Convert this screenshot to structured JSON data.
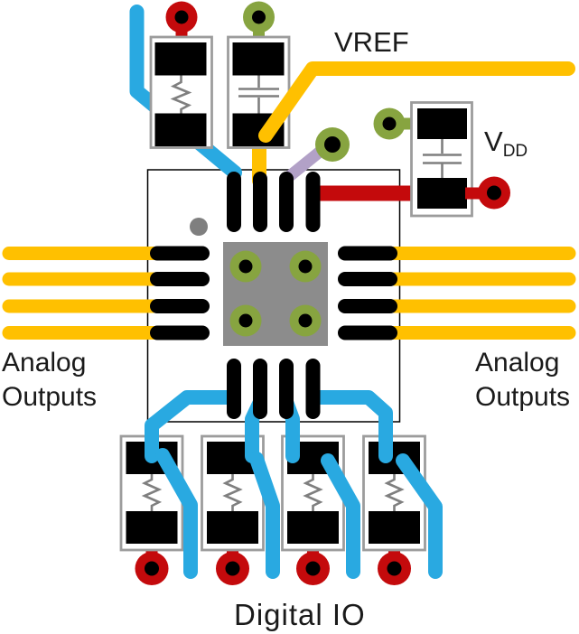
{
  "labels": {
    "vref": "VREF",
    "vdd_main": "V",
    "vdd_sub": "DD",
    "analog_left_line1": "Analog",
    "analog_left_line2": "Outputs",
    "analog_right_line1": "Analog",
    "analog_right_line2": "Outputs",
    "digital_io": "Digital IO"
  },
  "colors": {
    "blue": "#29A9E1",
    "yellow": "#FFC000",
    "red": "#C40A0C",
    "olive": "#87A440",
    "purple": "#B2A1C7",
    "gray-outline": "#9C9C9C",
    "gray-symbol": "#7F7F7F",
    "gray-pad": "#8C8C8C"
  }
}
